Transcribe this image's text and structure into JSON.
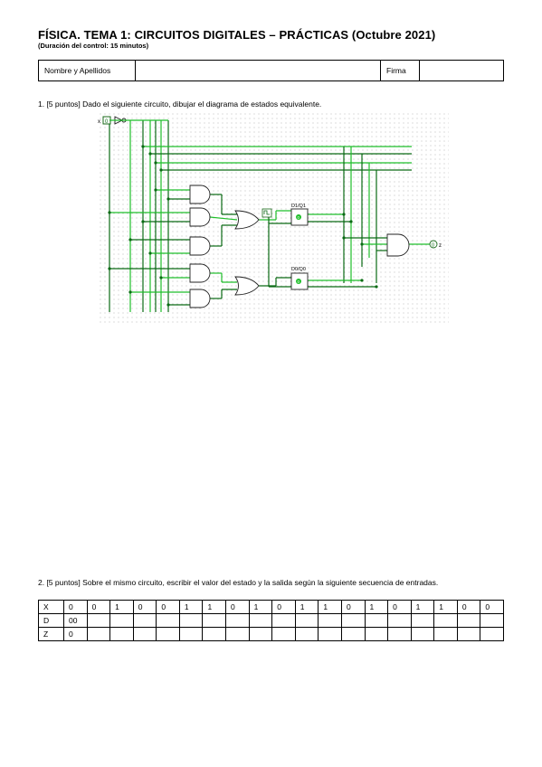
{
  "header": {
    "title": "FÍSICA. TEMA 1: CIRCUITOS DIGITALES – PRÁCTICAS (Octubre 2021)",
    "subtitle": "(Duración del control: 15 minutos)"
  },
  "name_row": {
    "name_label": "Nombre y Apellidos",
    "name_value": "",
    "signature_label": "Firma",
    "signature_value": ""
  },
  "question1": {
    "text": "1. [5 puntos] Dado el siguiente circuito, dibujar el diagrama de estados equivalente.",
    "circuit": {
      "input_label": "x",
      "input_value": "0",
      "output_label": "z",
      "output_value": "0",
      "ff1_label": "D1/Q1",
      "ff0_label": "D0/Q0",
      "ff_value": "0",
      "clock_icon": "clock-icon",
      "wire_color": "#1fbf2a",
      "wire_dark_color": "#0a6a14"
    }
  },
  "question2": {
    "text": "2. [5 puntos] Sobre el mismo circuito, escribir el valor del estado y la salida según la siguiente secuencia de entradas.",
    "rows": [
      {
        "label": "X",
        "cells": [
          "0",
          "0",
          "1",
          "0",
          "0",
          "1",
          "1",
          "0",
          "1",
          "0",
          "1",
          "1",
          "0",
          "1",
          "0",
          "1",
          "1",
          "0",
          "0"
        ]
      },
      {
        "label": "D",
        "cells": [
          "00",
          "",
          "",
          "",
          "",
          "",
          "",
          "",
          "",
          "",
          "",
          "",
          "",
          "",
          "",
          "",
          "",
          "",
          ""
        ]
      },
      {
        "label": "Z",
        "cells": [
          "0",
          "",
          "",
          "",
          "",
          "",
          "",
          "",
          "",
          "",
          "",
          "",
          "",
          "",
          "",
          "",
          "",
          "",
          ""
        ]
      }
    ]
  }
}
